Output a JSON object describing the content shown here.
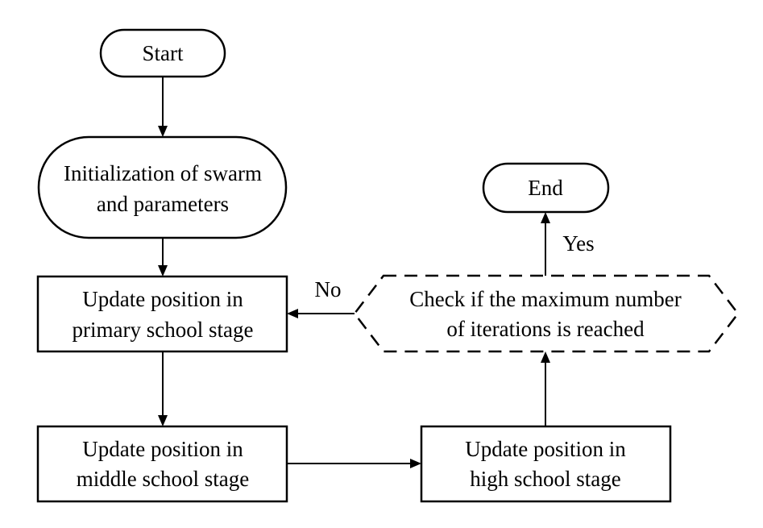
{
  "nodes": {
    "start": {
      "line1": "Start"
    },
    "init": {
      "line1": "Initialization of swarm",
      "line2": "and parameters"
    },
    "primary": {
      "line1": "Update position in",
      "line2": "primary school stage"
    },
    "middle": {
      "line1": "Update position in",
      "line2": "middle school stage"
    },
    "high": {
      "line1": "Update position in",
      "line2": "high school stage"
    },
    "check": {
      "line1": "Check if the maximum number",
      "line2": "of iterations is reached"
    },
    "end": {
      "line1": "End"
    }
  },
  "edges": {
    "no_label": "No",
    "yes_label": "Yes"
  }
}
